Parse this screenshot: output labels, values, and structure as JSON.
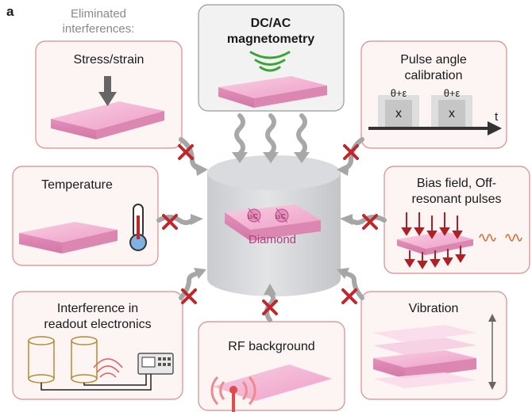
{
  "panel_letter": "a",
  "eliminated_label": [
    "Eliminated",
    "interferences:"
  ],
  "center": {
    "label": "Diamond",
    "isotope_mass": "13",
    "isotope_symbol": "C"
  },
  "top_panel": {
    "title": [
      "DC/AC",
      "magnetometry"
    ]
  },
  "panels": {
    "stress": {
      "title": "Stress/strain"
    },
    "pulse": {
      "title": [
        "Pulse angle",
        "calibration"
      ],
      "pulse_label": "θ+ε",
      "pulse_letter": "x",
      "time_axis": "t"
    },
    "temperature": {
      "title": "Temperature"
    },
    "bias": {
      "title": [
        "Bias field, Off-",
        "resonant pulses"
      ]
    },
    "readout": {
      "title": [
        "Interference in",
        "readout electronics"
      ]
    },
    "rf": {
      "title": "RF background"
    },
    "vibration": {
      "title": "Vibration"
    }
  },
  "colors": {
    "panel_border": "#d98c8c",
    "panel_fill": "#fdf4f4",
    "top_panel_fill": "#f2f2f2",
    "diamond_pink": "#f3b3d3",
    "cross_red": "#c0272d",
    "arrow_gray": "#a6a6a6",
    "signal_green": "#3aa535"
  },
  "icons": [
    "stress-arrow-icon",
    "thermometer-icon",
    "cross-icon",
    "wavy-arrow-icon",
    "signal-wave-icon",
    "antenna-icon",
    "coil-icon",
    "instrument-icon",
    "vibration-arrow-icon",
    "magnetic-field-arrow-icon"
  ]
}
